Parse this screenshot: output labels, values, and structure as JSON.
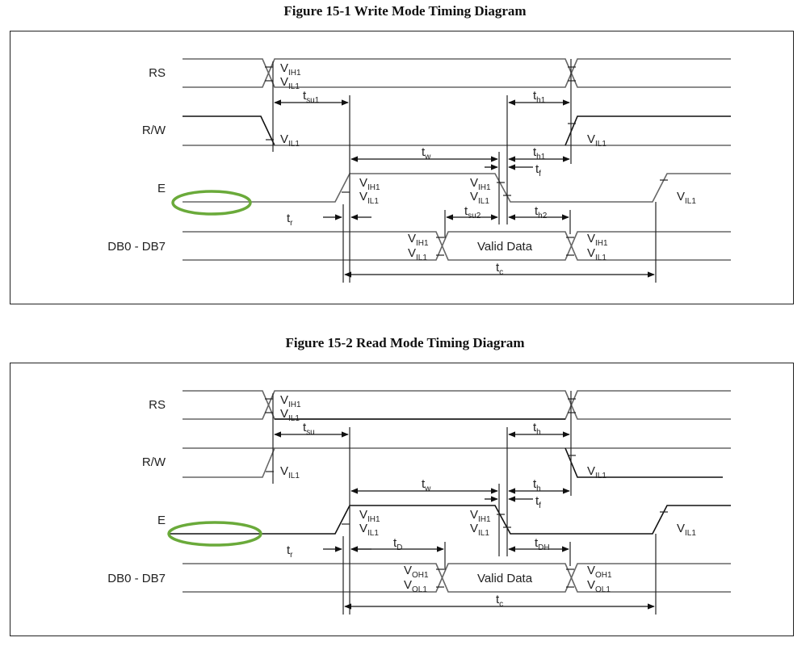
{
  "symbols": {
    "voltage": "V",
    "time": "t"
  },
  "figures": [
    {
      "title": "Figure 15-1 Write Mode Timing Diagram",
      "signals": [
        "RS",
        "R/W",
        "E",
        "DB0 - DB7"
      ],
      "valid_data": "Valid Data",
      "levels": {
        "high": "IH1",
        "low": "IL1",
        "db_high": "IH1",
        "db_low": "IL1"
      },
      "params": {
        "tsu": "su1",
        "th": "h1",
        "tw": "w",
        "th_e": "h1",
        "tf": "f",
        "tr": "r",
        "tmid": "su2",
        "tend": "h2",
        "tc": "c"
      }
    },
    {
      "title": "Figure 15-2 Read Mode Timing Diagram",
      "signals": [
        "RS",
        "R/W",
        "E",
        "DB0 - DB7"
      ],
      "valid_data": "Valid Data",
      "levels": {
        "high": "IH1",
        "low": "IL1",
        "db_high": "OH1",
        "db_low": "OL1"
      },
      "params": {
        "tsu": "su",
        "th": "h",
        "tw": "w",
        "th_e": "h",
        "tf": "f",
        "tr": "r",
        "tmid": "D",
        "tend": "DH",
        "tc": "c"
      }
    }
  ],
  "colors": {
    "highlight": "#6aaa3a"
  }
}
